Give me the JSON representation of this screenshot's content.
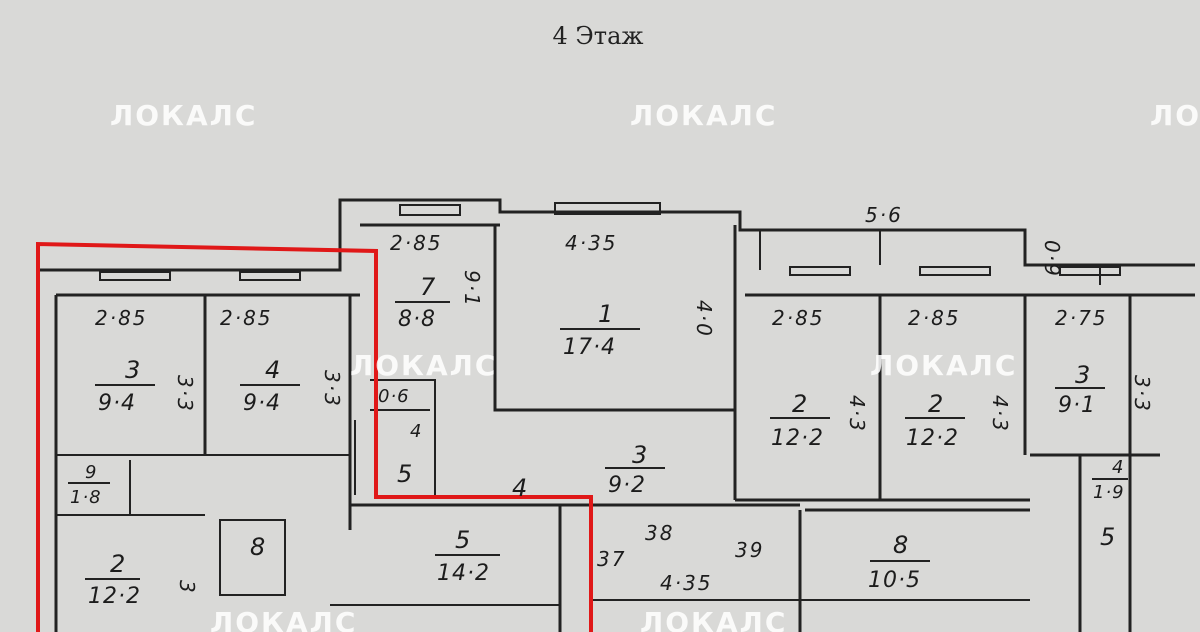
{
  "title": "4 Этаж",
  "watermark": "ЛОКАЛС",
  "colors": {
    "highlight": "#e01818",
    "lines": "#222222",
    "paper": "#d9d9d7"
  },
  "dimensions": {
    "d1": "2·85",
    "d2": "2·85",
    "d3": "2·85",
    "d4": "4·35",
    "d5": "5·6",
    "d6": "0·9",
    "d7": "2·85",
    "d8": "2·85",
    "d9": "2·75",
    "v1": "3·3",
    "v2": "3·3",
    "v3": "9·1",
    "v4": "4·0",
    "v5": "4·3",
    "v6": "4·3",
    "v7": "3·3",
    "v8": "3",
    "c37": "37",
    "c38": "38",
    "c39": "39",
    "c435": "4·35"
  },
  "rooms": {
    "r1": {
      "num": "3",
      "area": "9·4"
    },
    "r2": {
      "num": "4",
      "area": "9·4"
    },
    "r3": {
      "num": "7",
      "area": "8·8"
    },
    "r4": {
      "num": "1",
      "area": "17·4"
    },
    "r5": {
      "num": "2",
      "area": "12·2"
    },
    "r6": {
      "num": "2",
      "area": "12·2"
    },
    "r7": {
      "num": "3",
      "area": "9·1"
    },
    "r8": {
      "num": "9",
      "area": "1·8"
    },
    "r9": {
      "num": "3",
      "area": "9·2"
    },
    "r10": {
      "num": "4",
      "area": "1·9"
    },
    "r11": {
      "num": "5",
      "area": "14·2"
    },
    "r12": {
      "num": "8",
      "area": "10·5"
    },
    "r13": {
      "num": "2",
      "area": "12·2"
    }
  },
  "small_labels": {
    "s1": "0·6",
    "s2": "4",
    "s3": "5",
    "s4": "4",
    "s5": "8",
    "s6": "5"
  }
}
